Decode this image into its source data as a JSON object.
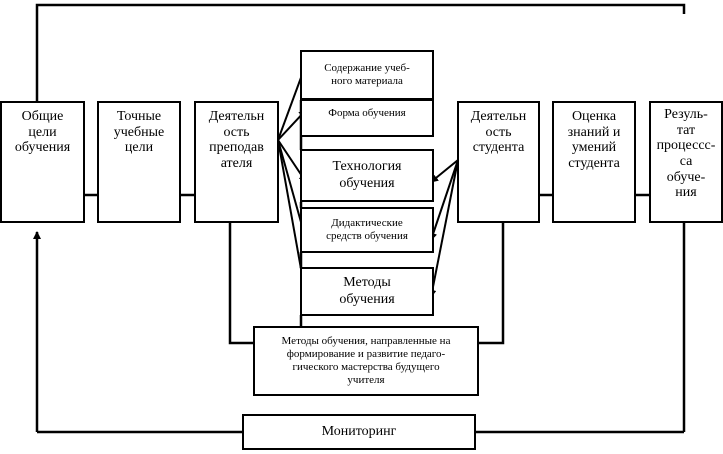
{
  "boxes": {
    "general_goals": "Общие\nцели\nобучения",
    "precise_goals": "Точные\nучебные\nцели",
    "teacher_activity": "Деятельн\nость\nпреподав\nателя",
    "content": "Содержание учеб-\nного материала",
    "form": "Форма обучения",
    "technology": "Технология\nобучения",
    "didactic": "Дидактические\nсредств обучения",
    "methods": "Методы\nобучения",
    "student_activity": "Деятельн\nость\nстудента",
    "assessment": "Оценка\nзнаний и\nумений\nстудента",
    "result": "Резуль-\nтат\nпроцессс-\nса\nобуче-\nния",
    "pedagogical_methods": "Методы обучения, направленные на\nформирование и развитие педаго-\nгического мастерства будущего\nучителя",
    "monitoring": "Мониторинг"
  },
  "colors": {
    "line": "#000000",
    "background": "#ffffff"
  }
}
